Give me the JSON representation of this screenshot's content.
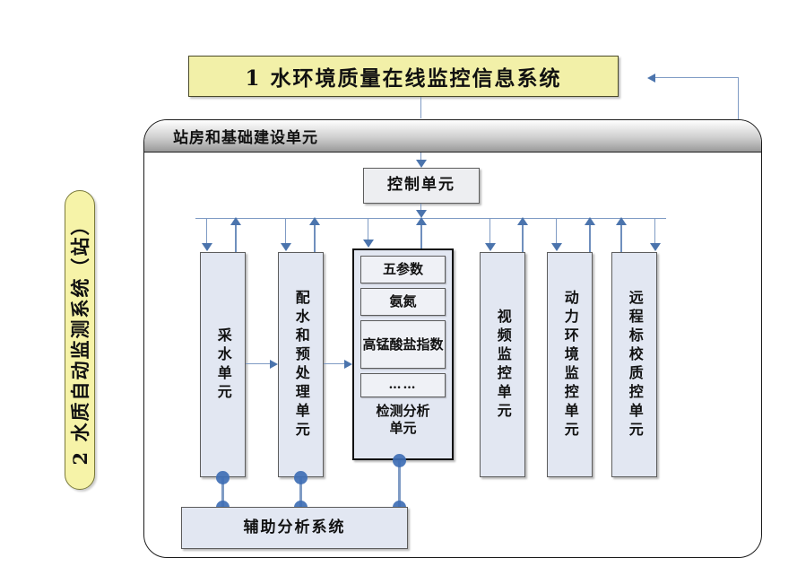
{
  "title_banner": {
    "label": "1 水环境质量在线监控信息系统"
  },
  "side_label": {
    "label": "2 水质自动监测系统（站）"
  },
  "container": {
    "header": "站房和基础建设单元"
  },
  "control_unit": {
    "label": "控制单元"
  },
  "columns": [
    {
      "name": "water-sampling-unit",
      "label": "采水单元"
    },
    {
      "name": "water-distribution-pretreatment-unit",
      "label": "配水和预处理单元"
    },
    {
      "name": "video-monitoring-unit",
      "label": "视频监控单元"
    },
    {
      "name": "power-environment-monitoring-unit",
      "label": "动力环境监控单元"
    },
    {
      "name": "remote-calibration-qc-unit",
      "label": "远程标校质控单元"
    }
  ],
  "detection_unit": {
    "label_line1": "检测分析",
    "label_line2": "单元",
    "items": [
      {
        "label": "五参数"
      },
      {
        "label": "氨氮"
      },
      {
        "label": "高锰酸盐指数"
      },
      {
        "label": "……"
      }
    ]
  },
  "auxiliary_system": {
    "label": "辅助分析系统"
  },
  "colors": {
    "banner_fill": "#f2f0a8",
    "side_label_fill": "#f6f3a8",
    "box_fill": "#e2e7f2",
    "connector": "#7f9bc4",
    "arrow": "#4b74ad",
    "dot": "#3f6fb5"
  }
}
